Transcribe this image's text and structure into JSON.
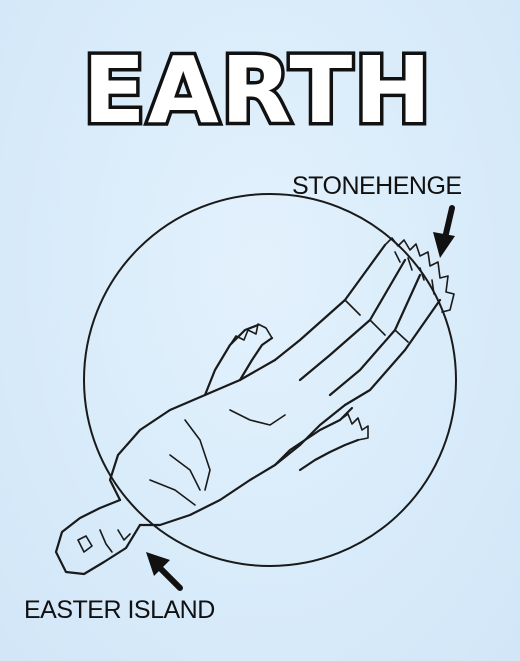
{
  "title": "EARTH",
  "labels": {
    "stonehenge": "STONEHENGE",
    "easter_island": "EASTER ISLAND"
  },
  "colors": {
    "background": "#dcedfb",
    "ink": "#111111",
    "title_fill": "#ffffff"
  },
  "icons": {
    "stonehenge_pointer": "arrow-down-icon",
    "easter_island_pointer": "arrow-up-left-icon"
  }
}
